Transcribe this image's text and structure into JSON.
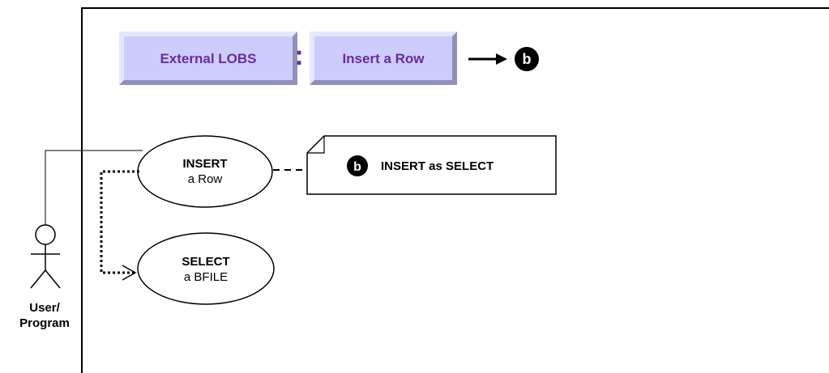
{
  "header": {
    "button_left": "External LOBS",
    "separator": ":",
    "button_right": "Insert a Row",
    "arrow_badge": "b"
  },
  "use_cases": {
    "insert": {
      "title": "INSERT",
      "subtitle": "a Row"
    },
    "select": {
      "title": "SELECT",
      "subtitle": "a BFILE"
    }
  },
  "note": {
    "badge": "b",
    "text": "INSERT as SELECT"
  },
  "actor": {
    "line1": "User/",
    "line2": "Program"
  },
  "colors": {
    "button_fill": "#ccccff",
    "button_text": "#6a2c9c",
    "badge": "#000000"
  }
}
